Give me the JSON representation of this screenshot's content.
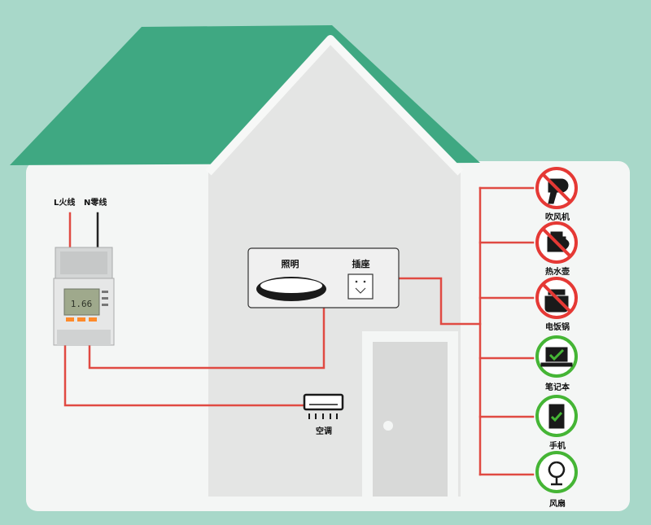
{
  "wires": {
    "live_label": "L火线",
    "neutral_label": "N零线"
  },
  "panel": {
    "lighting_label": "照明",
    "socket_label": "插座"
  },
  "aircon_label": "空调",
  "appliances": [
    {
      "label": "吹风机",
      "status": "prohibited",
      "icon": "hair-dryer-icon"
    },
    {
      "label": "热水壶",
      "status": "prohibited",
      "icon": "kettle-icon"
    },
    {
      "label": "电饭锅",
      "status": "prohibited",
      "icon": "rice-cooker-icon"
    },
    {
      "label": "笔记本",
      "status": "allowed",
      "icon": "laptop-icon"
    },
    {
      "label": "手机",
      "status": "allowed",
      "icon": "phone-icon"
    },
    {
      "label": "风扇",
      "status": "allowed",
      "icon": "fan-icon"
    }
  ],
  "colors": {
    "background": "#a8d8c9",
    "roof": "#3fa882",
    "wire": "#e04a42",
    "prohibited": "#e53935",
    "allowed": "#45b535"
  }
}
